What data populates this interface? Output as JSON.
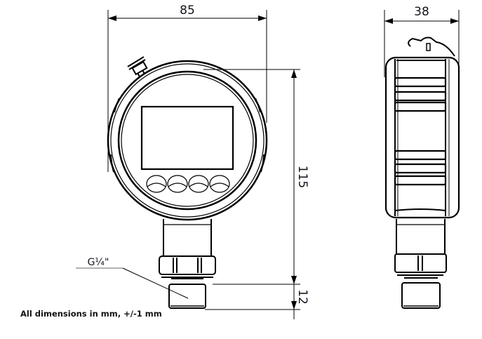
{
  "drawing": {
    "front_view": {
      "width_dimension": "85",
      "height_dimension": "115",
      "thread_length_dimension": "12",
      "thread_label": "G¼\"",
      "display_buttons": 4
    },
    "side_view": {
      "depth_dimension": "38"
    },
    "note": "All dimensions in mm, +/-1 mm",
    "colors": {
      "line": "#000000",
      "text": "#141421",
      "background": "#ffffff"
    }
  }
}
